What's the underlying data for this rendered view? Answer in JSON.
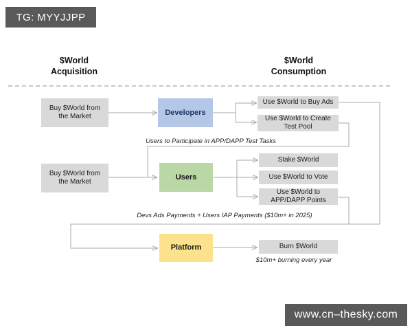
{
  "badges": {
    "top_left": "TG: MYYJJPP",
    "bottom_right": "www.cn–thesky.com"
  },
  "headers": {
    "left": "$World\nAcquisition",
    "right": "$World\nConsumption"
  },
  "nodes": {
    "buy_market_1": "Buy $World from\nthe Market",
    "developers": "Developers",
    "use_buy_ads": "Use $World to Buy Ads",
    "use_create_test_pool": "Use $World to Create\nTest Pool",
    "buy_market_2": "Buy $World from\nthe Market",
    "users": "Users",
    "stake_world": "Stake $World",
    "use_vote": "Use $World to Vote",
    "use_points": "Use $World to\nAPP/DAPP Points",
    "platform": "Platform",
    "burn_world": "Burn $World"
  },
  "annotations": {
    "test_tasks": "Users to Participate in APP/DAPP Test Tasks",
    "payments": "Devs Ads Payments + Users IAP Payments ($10m+ in 2025)",
    "burning": "$10m+ burning every year"
  },
  "colors": {
    "badge-bg": "#595959",
    "box-gray": "#d9d9d9",
    "developers-fill": "#b4c7e7",
    "developers-text": "#1f3864",
    "users-fill": "#b9d8a6",
    "platform-fill": "#fce28c",
    "connector": "#a9a9a9"
  }
}
